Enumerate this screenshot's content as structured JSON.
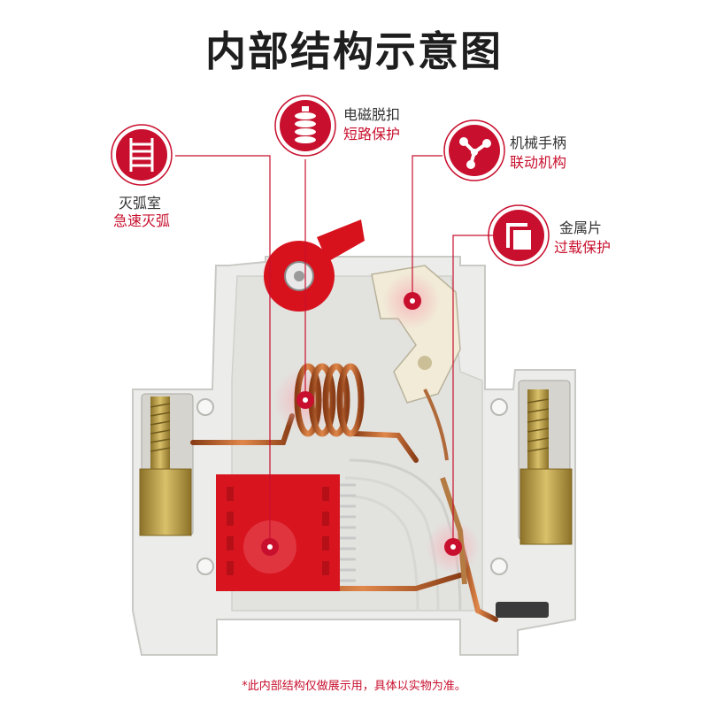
{
  "title": "内部结构示意图",
  "labels": {
    "arc_chamber": {
      "name": "灭弧室",
      "desc": "急速灭弧",
      "icon": "ladder-icon"
    },
    "magnetic_release": {
      "name": "电磁脱扣",
      "desc": "短路保护",
      "icon": "coil-spring-icon"
    },
    "handle": {
      "name": "机械手柄",
      "desc": "联动机构",
      "icon": "linkage-icon"
    },
    "bimetal": {
      "name": "金属片",
      "desc": "过载保护",
      "icon": "metal-sheet-icon"
    }
  },
  "footnote": "*此内部结构仅做展示用，具体以实物为准。",
  "colors": {
    "accent": "#c8102e",
    "text": "#333333",
    "title": "#1e1e1e",
    "housing": "#ededeb",
    "copper": "#c8733a",
    "brass": "#b89a3e"
  }
}
